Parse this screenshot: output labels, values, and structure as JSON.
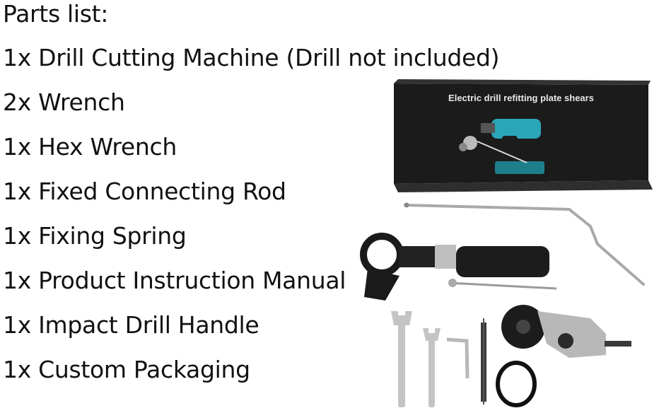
{
  "parts_list": {
    "title": "Parts list:",
    "items": [
      "1x Drill Cutting Machine (Drill not included)",
      "2x Wrench",
      "1x Hex Wrench",
      "1x Fixed Connecting Rod",
      "1x Fixing Spring",
      "1x Product Instruction Manual",
      "1x Impact Drill Handle",
      "1x Custom Packaging"
    ]
  },
  "product_box": {
    "label": "Electric drill refitting plate shears"
  }
}
